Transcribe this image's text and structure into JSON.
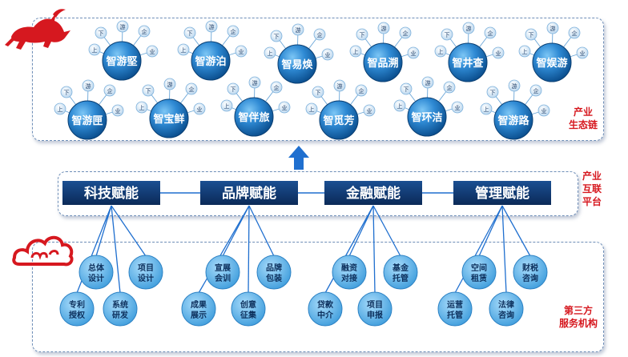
{
  "ecosystem": {
    "label_lines": [
      "产业",
      "生态链"
    ],
    "bubbles": [
      {
        "name": "智游堅",
        "sats": [
          "下",
          "游",
          "企",
          "业",
          "上"
        ]
      },
      {
        "name": "智游泊",
        "sats": [
          "下",
          "游",
          "企",
          "业",
          "上"
        ]
      },
      {
        "name": "智易焕",
        "sats": [
          "下",
          "游",
          "企",
          "业",
          "上"
        ]
      },
      {
        "name": "智品溯",
        "sats": [
          "下",
          "游",
          "企",
          "业",
          "上"
        ]
      },
      {
        "name": "智井查",
        "sats": [
          "下",
          "游",
          "企",
          "业",
          "上"
        ]
      },
      {
        "name": "智娱游",
        "sats": [
          "下",
          "游",
          "企",
          "业",
          "上"
        ]
      },
      {
        "name": "智游匣",
        "sats": [
          "下",
          "游",
          "企",
          "业",
          "上"
        ]
      },
      {
        "name": "智宝鲜",
        "sats": [
          "下",
          "游",
          "企",
          "业",
          "上"
        ]
      },
      {
        "name": "智伴旅",
        "sats": [
          "下",
          "游",
          "企",
          "业",
          "上"
        ]
      },
      {
        "name": "智觅芳",
        "sats": [
          "下",
          "游",
          "企",
          "业",
          "上"
        ]
      },
      {
        "name": "智环洁",
        "sats": [
          "下",
          "游",
          "企",
          "业",
          "上"
        ]
      },
      {
        "name": "智游路",
        "sats": [
          "下",
          "游",
          "企",
          "业",
          "上"
        ]
      }
    ]
  },
  "platform": {
    "label_lines": [
      "产业",
      "互联",
      "平台"
    ],
    "empowerments": [
      "科技赋能",
      "品牌赋能",
      "金融赋能",
      "管理赋能"
    ]
  },
  "services": {
    "label_lines": [
      "第三方",
      "服务机构"
    ],
    "groups": [
      {
        "items": [
          "总体设计",
          "项目设计",
          "专利授权",
          "系统研发"
        ]
      },
      {
        "items": [
          "宣展会训",
          "品牌包装",
          "成果展示",
          "创意征集"
        ]
      },
      {
        "items": [
          "融资对接",
          "基金托管",
          "贷款中介",
          "项目申报"
        ]
      },
      {
        "items": [
          "空间租赁",
          "财税咨询",
          "运营托管",
          "法律咨询"
        ]
      }
    ]
  },
  "colors": {
    "bubble_dark": "#0b4f8f",
    "bubble_light": "#3a9ee0",
    "satellite": "#dbeaf6",
    "platform_box": "#0f3a72",
    "service_circle": "#56aee6",
    "accent_red": "#d6181f",
    "arrow": "#1f6fcf"
  },
  "icons": {
    "top_left": "red-bull-icon",
    "bottom_left": "red-auspicious-cloud-icon"
  }
}
